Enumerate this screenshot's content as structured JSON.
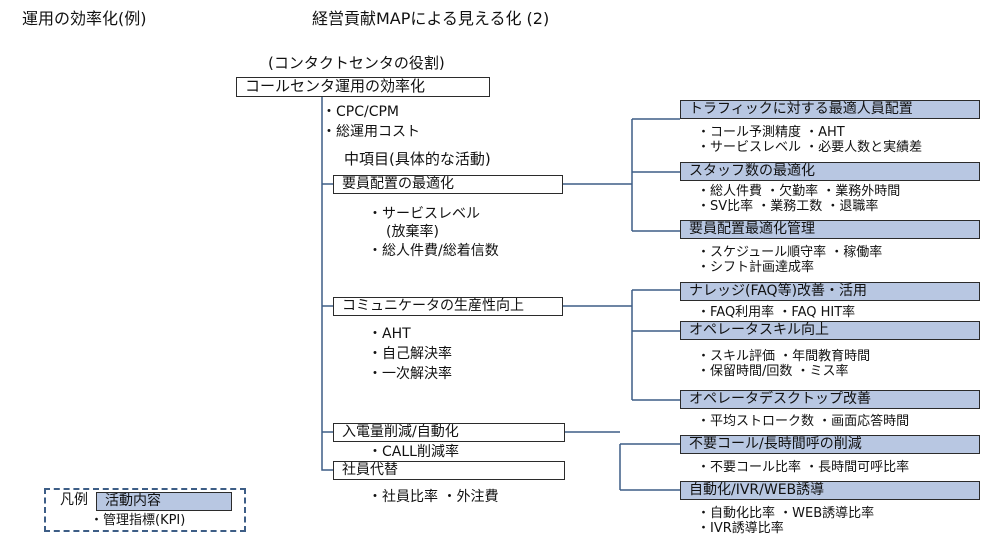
{
  "header": {
    "left_title": "運用の効率化(例)",
    "main_title": "経営貢献MAPによる見える化 (2)"
  },
  "root": {
    "caption": "(コンタクトセンタの役割)",
    "label": "コールセンタ運用の効率化",
    "kpis": [
      "・CPC/CPM",
      "・総運用コスト"
    ]
  },
  "middle_heading": "中項目(具体的な活動)",
  "middle_items": [
    {
      "label": "要員配置の最適化",
      "kpis": [
        "・サービスレベル",
        "(放棄率)",
        "・総人件費/総着信数"
      ]
    },
    {
      "label": "コミュニケータの生産性向上",
      "kpis": [
        "・AHT",
        "・自己解決率",
        "・一次解決率"
      ]
    },
    {
      "label": "入電量削減/自動化",
      "kpis": [
        "・CALL削減率"
      ]
    },
    {
      "label": "社員代替",
      "kpis": [
        "・社員比率 ・外注費"
      ]
    }
  ],
  "activities": [
    {
      "label": "トラフィックに対する最適人員配置",
      "kpis": [
        "・コール予測精度 ・AHT",
        "・サービスレベル ・必要人数と実績差"
      ]
    },
    {
      "label": "スタッフ数の最適化",
      "kpis": [
        "・総人件費 ・欠勤率 ・業務外時間",
        "・SV比率 ・業務工数 ・退職率"
      ]
    },
    {
      "label": "要員配置最適化管理",
      "kpis": [
        "・スケジュール順守率 ・稼働率",
        "・シフト計画達成率"
      ]
    },
    {
      "label": "ナレッジ(FAQ等)改善・活用",
      "kpis": [
        "・FAQ利用率 ・FAQ HIT率"
      ]
    },
    {
      "label": "オペレータスキル向上",
      "kpis": [
        "・スキル評価 ・年間教育時間",
        "・保留時間/回数 ・ミス率"
      ]
    },
    {
      "label": "オペレータデスクトップ改善",
      "kpis": [
        "・平均ストローク数 ・画面応答時間"
      ]
    },
    {
      "label": "不要コール/長時間呼の削減",
      "kpis": [
        "・不要コール比率 ・長時間可呼比率"
      ]
    },
    {
      "label": "自動化/IVR/WEB誘導",
      "kpis": [
        "・自動化比率 ・WEB誘導比率",
        "・IVR誘導比率"
      ]
    }
  ],
  "legend": {
    "label": "凡例",
    "box_label": "活動内容",
    "kpi_label": "・管理指標(KPI)"
  },
  "colors": {
    "activity_fill": "#b8c7e2",
    "connector": "#3d5d86",
    "box_border": "#2b2b2b"
  }
}
